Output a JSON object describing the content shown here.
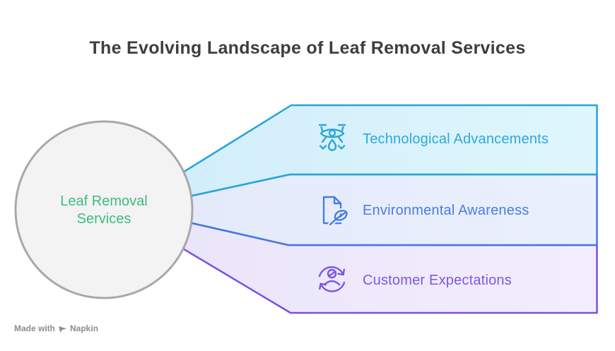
{
  "title": "The Evolving Landscape of Leaf Removal Services",
  "center_node": {
    "label": "Leaf Removal Services",
    "line1": "Leaf Removal",
    "line2": "Services",
    "text_color": "#3ebc7d",
    "fill": "#f3f3f3",
    "border_color": "#a8a8a8"
  },
  "branches": [
    {
      "label": "Technological Advancements",
      "icon": "drone-sprayer-icon",
      "fill": "#d9f3fb",
      "border_color": "#25a5d9",
      "text_color": "#2fa8dc"
    },
    {
      "label": "Environmental Awareness",
      "icon": "document-leaf-icon",
      "fill": "#e8eefb",
      "border_color": "#4677dd",
      "text_color": "#4b7de0"
    },
    {
      "label": "Customer Expectations",
      "icon": "person-refresh-icon",
      "fill": "#efecfc",
      "border_color": "#7a4fe4",
      "text_color": "#7e57e3"
    }
  ],
  "watermark": {
    "prefix": "Made with",
    "brand": "Napkin"
  }
}
